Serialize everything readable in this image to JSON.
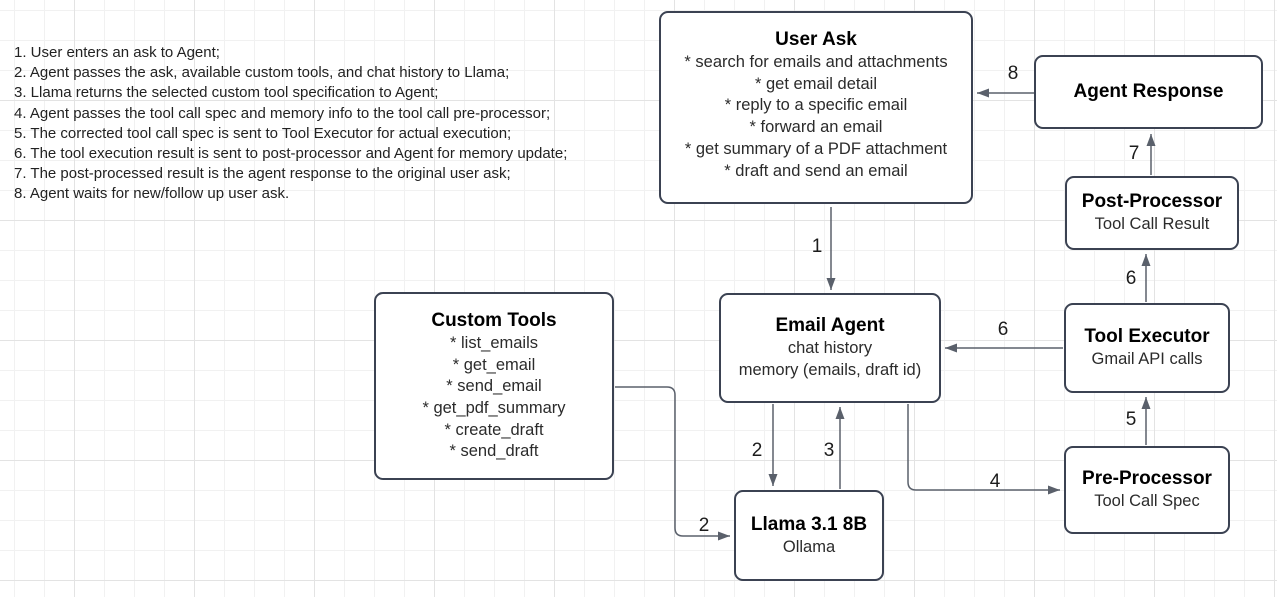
{
  "steps": {
    "items": [
      "1. User enters an ask to Agent;",
      "2. Agent passes the ask, available custom tools, and chat history to Llama;",
      "3. Llama returns the selected custom tool specification to Agent;",
      "4. Agent passes the tool call spec and memory info to the tool call pre-processor;",
      "5. The corrected tool call spec is sent to Tool Executor for actual execution;",
      "6. The tool execution result is sent to post-processor and Agent for memory update;",
      "7. The post-processed result is the agent response to the original user ask;",
      "8. Agent waits for new/follow up user ask."
    ]
  },
  "nodes": {
    "user_ask": {
      "title": "User Ask",
      "items": [
        "* search for emails and attachments",
        "* get email detail",
        "* reply to a specific email",
        "* forward an email",
        "* get summary of a PDF attachment",
        "* draft and send an email"
      ]
    },
    "agent_response": {
      "title": "Agent Response"
    },
    "post_processor": {
      "title": "Post-Processor",
      "subtitle": "Tool Call Result"
    },
    "tool_executor": {
      "title": "Tool Executor",
      "subtitle": "Gmail API calls"
    },
    "pre_processor": {
      "title": "Pre-Processor",
      "subtitle": "Tool Call Spec"
    },
    "email_agent": {
      "title": "Email Agent",
      "items": [
        "chat history",
        "memory (emails, draft id)"
      ]
    },
    "custom_tools": {
      "title": "Custom Tools",
      "items": [
        "* list_emails",
        "* get_email",
        "* send_email",
        "* get_pdf_summary",
        "* create_draft",
        "* send_draft"
      ]
    },
    "llama": {
      "title": "Llama 3.1 8B",
      "subtitle": "Ollama"
    }
  },
  "edge_labels": {
    "step1": "1",
    "step2_llama": "2",
    "step2_tools": "2",
    "step3": "3",
    "step4": "4",
    "step5": "5",
    "step6_agent": "6",
    "step6_post": "6",
    "step7": "7",
    "step8": "8"
  },
  "colors": {
    "canvas": "#ffffff",
    "grid_minor": "#f1f1f1",
    "grid_major": "#e3e3e3",
    "node_border": "#3b4252",
    "edge": "#5a606b",
    "text": "#1a1a1a"
  }
}
